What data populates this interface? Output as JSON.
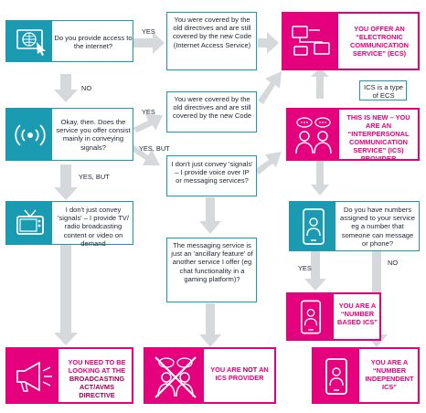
{
  "labels": {
    "yes_top": "YES",
    "no_left": "NO",
    "yes_mid": "YES",
    "yes_but_mid": "YES, BUT",
    "yes_but_left": "YES, BUT",
    "yes_right": "YES",
    "no_right": "NO"
  },
  "questions": {
    "internet": "Do you provide access to the internet?",
    "signals": "Okay, then. Does the service you offer consist mainly in conveying signals?",
    "broadcast": "I don't just convey 'signals' – I provide TV/ radio broadcasting content or video on demand",
    "numbers": "Do you have numbers assigned to your service eg a number that someone can message or phone?"
  },
  "info": {
    "covered_new": "You were covered by the old directives and are still covered by the new Code (Internet Access Service)",
    "covered_old": "You were covered by the old directives and are still covered by the new Code",
    "voip": "I don't just convey 'signals' – I provide voice over IP or messaging services?",
    "ancillary": "The messaging service is just an 'ancillary feature' of another service I offer (eg chat functionality in a gaming platform)?",
    "ics_note": "ICS is a type of ECS"
  },
  "outcomes": {
    "ecs": "YOU OFFER AN “ELECTRONIC COMMUNICATION SERVICE” (ECS)",
    "ics_new_line1": "THIS IS NEW – YOU ARE AN “INTERPERSONAL COMMUNICATION SERVICE” (ICS) PROVIDER",
    "number_based": "YOU ARE A “NUMBER BASED ICS”",
    "broadcast_pre": "YOU NEED TO BE LOOKING AT THE ",
    "broadcast_bold": "BROADCASTING ACT/AVMS DIRECTIVE",
    "not_ics_pre": "YOU ARE ",
    "not_ics_bold": "NOT",
    "not_ics_post": " AN ICS PROVIDER",
    "number_independent": "YOU ARE A “NUMBER INDEPENDENT ICS”"
  },
  "icon_names": [
    "globe-cursor-icon",
    "radio-signal-icon",
    "tv-icon",
    "phone-chat-icon",
    "monitor-network-icon",
    "people-chat-icon",
    "phone-person-icon",
    "megaphone-icon",
    "people-chat-crossed-icon",
    "phone-person-outline-icon"
  ],
  "colors": {
    "teal": "#1a9bb1",
    "pink": "#e5007e",
    "arrow": "#d6d9dc"
  }
}
